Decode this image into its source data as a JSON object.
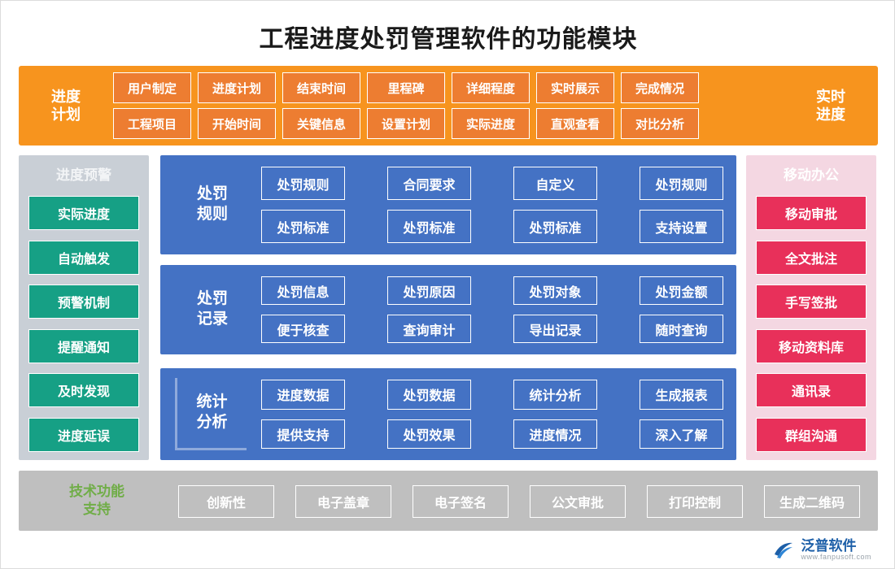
{
  "title": "工程进度处罚管理软件的功能模块",
  "top_band": {
    "left_label": "进度\n计划",
    "right_label": "实时\n进度",
    "row1": [
      "用户制定",
      "进度计划",
      "结束时间",
      "里程碑",
      "详细程度",
      "实时展示",
      "完成情况"
    ],
    "row2": [
      "工程项目",
      "开始时间",
      "关键信息",
      "设置计划",
      "实际进度",
      "直观查看",
      "对比分析"
    ]
  },
  "left_col": {
    "header": "进度预警",
    "items": [
      "实际进度",
      "自动触发",
      "预警机制",
      "提醒通知",
      "及时发现",
      "进度延误"
    ]
  },
  "blocks": [
    {
      "label": "处罚\n规则",
      "boxed": false,
      "row1": [
        "处罚规则",
        "合同要求",
        "自定义",
        "处罚规则"
      ],
      "row2": [
        "处罚标准",
        "处罚标准",
        "处罚标准",
        "支持设置"
      ]
    },
    {
      "label": "处罚\n记录",
      "boxed": false,
      "row1": [
        "处罚信息",
        "处罚原因",
        "处罚对象",
        "处罚金额"
      ],
      "row2": [
        "便于核查",
        "查询审计",
        "导出记录",
        "随时查询"
      ]
    },
    {
      "label": "统计\n分析",
      "boxed": true,
      "row1": [
        "进度数据",
        "处罚数据",
        "统计分析",
        "生成报表"
      ],
      "row2": [
        "提供支持",
        "处罚效果",
        "进度情况",
        "深入了解"
      ]
    }
  ],
  "right_col": {
    "header": "移动办公",
    "items": [
      "移动审批",
      "全文批注",
      "手写签批",
      "移动资料库",
      "通讯录",
      "群组沟通"
    ]
  },
  "bottom_band": {
    "header": "技术功能\n支持",
    "items": [
      "创新性",
      "电子盖章",
      "电子签名",
      "公文审批",
      "打印控制",
      "生成二维码"
    ]
  },
  "logo": {
    "name": "泛普软件",
    "sub": "www.fanpusoft.com"
  },
  "colors": {
    "orange_band": "#f7941e",
    "orange_cell": "#ed7d31",
    "blue_block": "#4472c4",
    "green_cell": "#16a085",
    "pink_cell": "#e8305a",
    "gray_band": "#bfbfbf",
    "left_header_bg": "#c9cfd6",
    "right_header_bg": "#f4d7e2",
    "tech_label": "#70ad47",
    "logo_blue": "#1d5fa8"
  }
}
